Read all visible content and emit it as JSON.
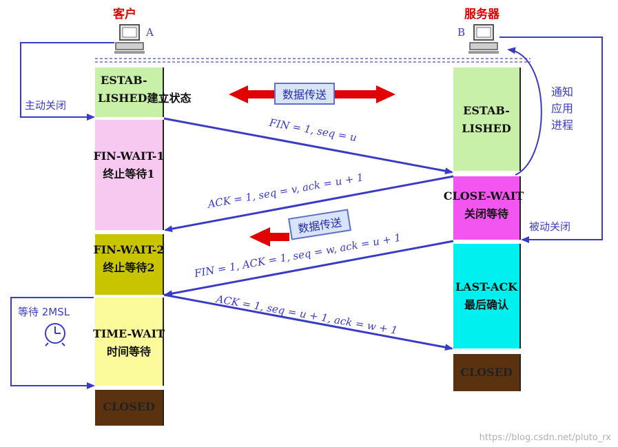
{
  "client": {
    "title": "客户",
    "host": "A"
  },
  "server": {
    "title": "服务器",
    "host": "B"
  },
  "labels": {
    "active_close": "主动关闭",
    "passive_close": "被动关闭",
    "notify_app": [
      "通",
      "知",
      "应",
      "用",
      "进",
      "程"
    ],
    "wait_2msl": "等待 2MSL"
  },
  "data_transfer": "数据传送",
  "client_states": [
    {
      "id": "established",
      "lines": [
        "ESTAB-",
        "LISHED"
      ],
      "extra": "建立状态",
      "color": "#c9f0a8"
    },
    {
      "id": "fin-wait-1",
      "lines": [
        "FIN-WAIT-1",
        "终止等待1"
      ],
      "color": "#f7c9f1"
    },
    {
      "id": "fin-wait-2",
      "lines": [
        "FIN-WAIT-2",
        "终止等待2"
      ],
      "color": "#c8c400"
    },
    {
      "id": "time-wait",
      "lines": [
        "TIME-WAIT",
        "时间等待"
      ],
      "color": "#fbfb9b"
    },
    {
      "id": "closed",
      "lines": [
        "CLOSED"
      ],
      "color": "#5a3210"
    }
  ],
  "server_states": [
    {
      "id": "established",
      "lines": [
        "ESTAB-",
        "LISHED"
      ],
      "color": "#c9f0a8"
    },
    {
      "id": "close-wait",
      "lines": [
        "CLOSE-WAIT",
        "关闭等待"
      ],
      "color": "#f255f0"
    },
    {
      "id": "last-ack",
      "lines": [
        "LAST-ACK",
        "最后确认"
      ],
      "color": "#00f0f0"
    },
    {
      "id": "closed",
      "lines": [
        "CLOSED"
      ],
      "color": "#5a3210"
    }
  ],
  "messages": [
    {
      "id": "fin1",
      "text": "FIN = 1, seq = u"
    },
    {
      "id": "ack1",
      "text": "ACK = 1, seq = v, ack = u + 1"
    },
    {
      "id": "fin2",
      "text": "FIN = 1, ACK = 1, seq = w, ack = u + 1"
    },
    {
      "id": "ack2",
      "text": "ACK = 1, seq = u + 1, ack = w + 1"
    }
  ],
  "colors": {
    "arrow": "#3a3ac8",
    "data_arrow": "#e00000"
  },
  "watermark": "https://blog.csdn.net/pluto_rx"
}
